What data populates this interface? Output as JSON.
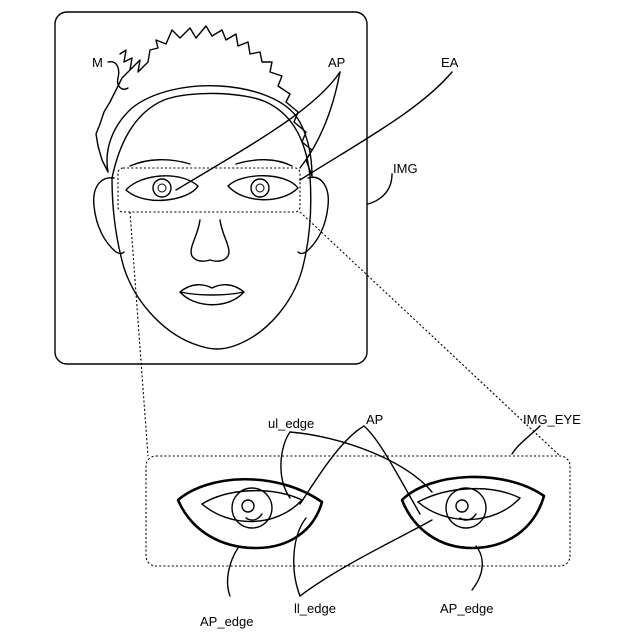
{
  "labels": {
    "M": "M",
    "AP_top": "AP",
    "EA": "EA",
    "IMG": "IMG",
    "ul_edge": "ul_edge",
    "AP_bottom": "AP",
    "IMG_EYE": "IMG_EYE",
    "AP_edge_left": "AP_edge",
    "ll_edge": "ll_edge",
    "AP_edge_right": "AP_edge"
  }
}
